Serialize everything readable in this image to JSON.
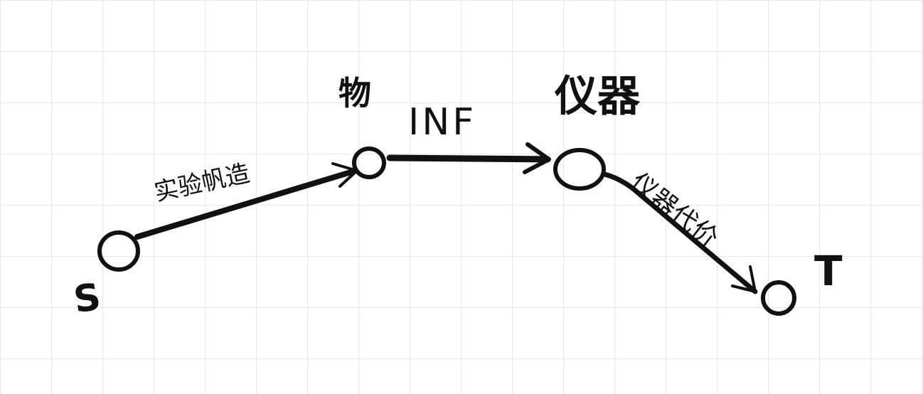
{
  "diagram": {
    "colors": {
      "ink": "#111111",
      "grid": "#e8e8e8",
      "background": "#ffffff"
    },
    "nodes": [
      {
        "id": "s",
        "label": "S"
      },
      {
        "id": "wu",
        "label": "物"
      },
      {
        "id": "yiqi",
        "label": "仪器"
      },
      {
        "id": "t",
        "label": "T"
      }
    ],
    "edges": [
      {
        "from": "s",
        "to": "wu",
        "label": "实验帆造"
      },
      {
        "from": "wu",
        "to": "yiqi",
        "label": "INF"
      },
      {
        "from": "yiqi",
        "to": "t",
        "label": "仪器代价"
      }
    ]
  }
}
